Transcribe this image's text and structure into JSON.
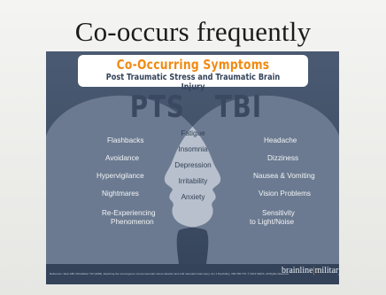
{
  "slide": {
    "title": "Co-occurs frequently"
  },
  "infographic": {
    "banner_title": "Co-Occurring Symptoms",
    "banner_subtitle": "Post Traumatic Stress and Traumatic Brain Injury",
    "left_label": "PTS",
    "right_label": "TBI",
    "left_symptoms": [
      "Flashbacks",
      "Avoidance",
      "Hypervigilance",
      "Nightmares",
      "Re-Experiencing",
      "Phenomenon"
    ],
    "shared_symptoms": [
      "Fatigue",
      "Insomnia",
      "Depression",
      "Irritability",
      "Anxiety"
    ],
    "right_symptoms": [
      "Headache",
      "Dizziness",
      "Nausea & Vomiting",
      "Vision Problems",
      "Sensitivity",
      "to Light/Noise"
    ],
    "reference": "Reference: Stein MB, McCallister TW (2009). Exploring the convergence of post-traumatic stress disorder and mild traumatic brain injury. Am J Psychiatry, 166:768-776. © 2013 WETA. All Rights Reserved.",
    "brand_left": "brainline",
    "brand_right": "military",
    "colors": {
      "panel": "#3f4f66",
      "head": "#6b7a90",
      "overlap": "#b7c0cc",
      "accent": "#f08a12"
    }
  }
}
